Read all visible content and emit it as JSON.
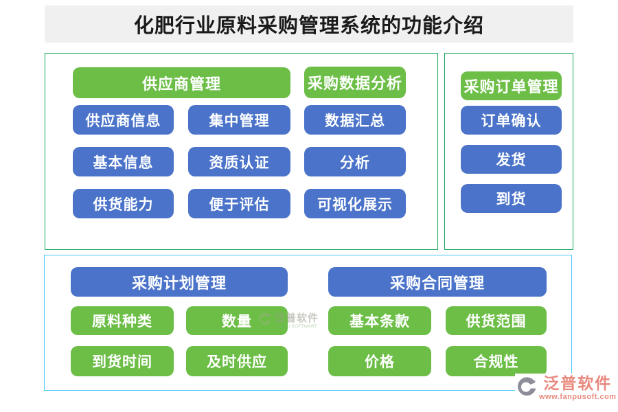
{
  "page": {
    "title": "化肥行业原料采购管理系统的功能介绍"
  },
  "colors": {
    "button_green": "#6CBE47",
    "button_blue": "#4A73C9",
    "panel_border_green": "#12A355",
    "panel_border_cyan": "#45C8F1",
    "title_bar_bg": "#F0F0F0",
    "title_text": "#1A1A1A",
    "logo_text": "#E8897E"
  },
  "groups": {
    "supplier": {
      "header": "供应商管理",
      "items": [
        "供应商信息",
        "集中管理",
        "基本信息",
        "资质认证",
        "供货能力",
        "便于评估"
      ]
    },
    "data_analysis": {
      "header": "采购数据分析",
      "items": [
        "数据汇总",
        "分析",
        "可视化展示"
      ]
    },
    "order": {
      "header": "采购订单管理",
      "items": [
        "订单确认",
        "发货",
        "到货"
      ]
    },
    "plan": {
      "header": "采购计划管理",
      "items": [
        "原料种类",
        "数量",
        "到货时间",
        "及时供应"
      ]
    },
    "contract": {
      "header": "采购合同管理",
      "items": [
        "基本条款",
        "供货范围",
        "价格",
        "合规性"
      ]
    }
  },
  "watermark": {
    "text": "泛普软件",
    "subtext": "FANPU SOFTWARE"
  },
  "logo": {
    "name": "泛普软件",
    "url": "www.fanpusoft.com"
  }
}
